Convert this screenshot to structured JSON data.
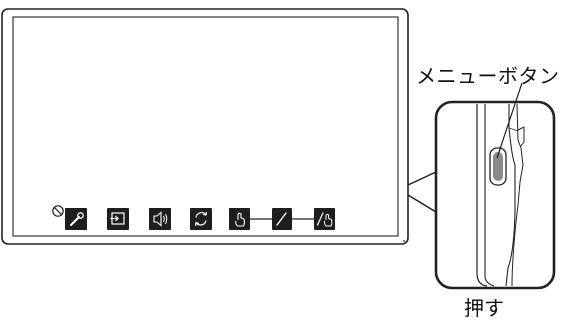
{
  "callout": {
    "label": "メニューボタン"
  },
  "action": {
    "label": "押す"
  },
  "menu_icons": [
    {
      "id": "setup",
      "icon": "wrench-icon"
    },
    {
      "id": "input",
      "icon": "input-source-icon"
    },
    {
      "id": "volume",
      "icon": "speaker-icon"
    },
    {
      "id": "refresh",
      "icon": "refresh-icon"
    },
    {
      "id": "touch",
      "icon": "hand-touch-icon"
    },
    {
      "id": "pen",
      "icon": "pen-icon"
    },
    {
      "id": "pen-touch",
      "icon": "pen-and-hand-icon"
    }
  ],
  "colors": {
    "icon_bg": "#1e1e1e",
    "icon_fg": "#ffffff",
    "outline": "#222222"
  }
}
